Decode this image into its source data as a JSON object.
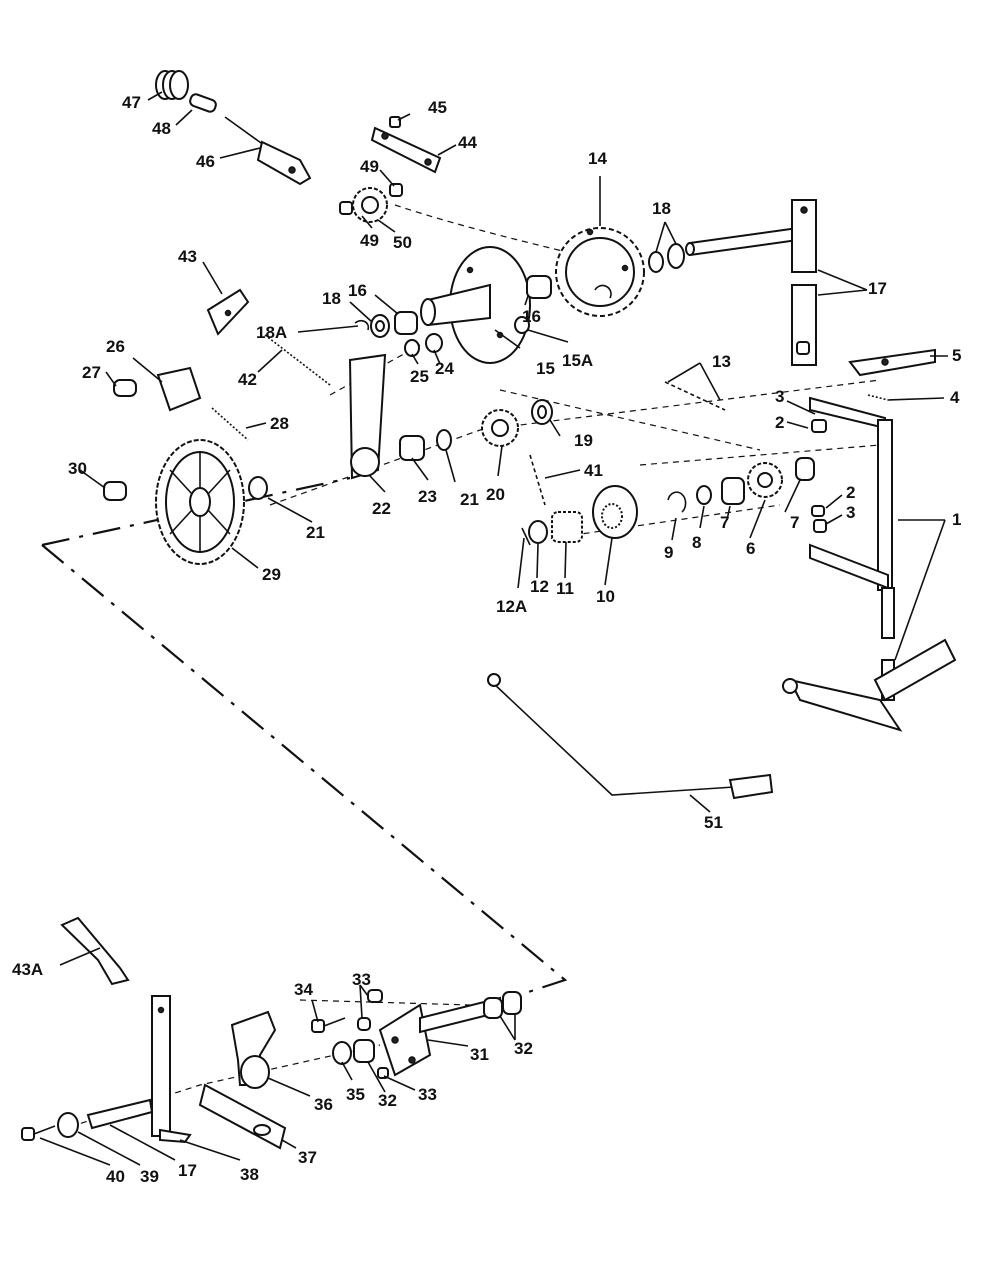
{
  "labels": [
    "47",
    "48",
    "46",
    "45",
    "44",
    "49",
    "49",
    "50",
    "14",
    "18",
    "17",
    "17",
    "43",
    "18",
    "16",
    "18A",
    "16",
    "15",
    "15A",
    "42",
    "25",
    "24",
    "26",
    "27",
    "28",
    "5",
    "13",
    "3",
    "2",
    "4",
    "22",
    "23",
    "21",
    "20",
    "19",
    "41",
    "30",
    "21",
    "1",
    "29",
    "2",
    "3",
    "7",
    "6",
    "7",
    "8",
    "9",
    "10",
    "11",
    "12",
    "12A",
    "51",
    "43A",
    "34",
    "33",
    "33",
    "31",
    "32",
    "35",
    "32",
    "33",
    "36",
    "37",
    "38",
    "17",
    "39",
    "40"
  ]
}
